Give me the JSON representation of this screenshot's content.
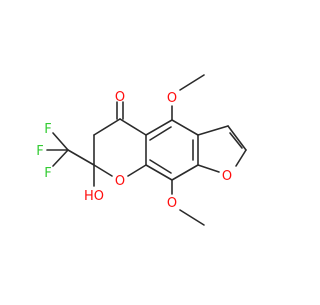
{
  "molecule": {
    "atoms": {
      "O_carbonyl": "O",
      "O_methoxy_top": "O",
      "O_furan": "O",
      "O_pyran": "O",
      "O_methoxy_bottom": "O",
      "OH": "HO",
      "F_top": "F",
      "F_left": "F",
      "F_bottom": "F"
    },
    "colors": {
      "bond": "#2b2b2b",
      "oxygen": "#ff0d0d",
      "fluorine": "#33cc33"
    }
  }
}
